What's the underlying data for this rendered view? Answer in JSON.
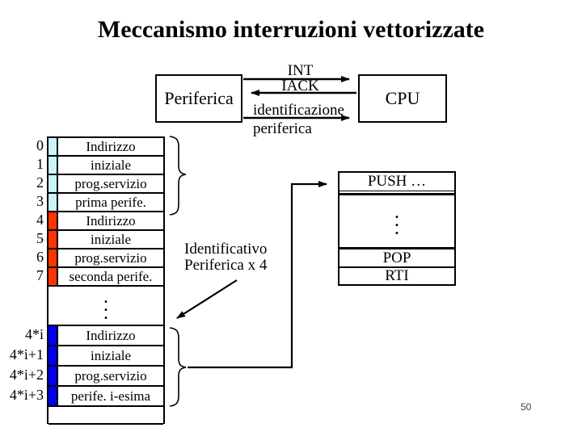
{
  "slide": {
    "title": "Meccanismo interruzioni vettorizzate",
    "page_number": "50"
  },
  "nodes": {
    "periferica_label": "Periferica",
    "cpu_label": "CPU"
  },
  "signals": {
    "int_label": "INT",
    "iack_label": "IACK",
    "ident_line1": "identificazione",
    "ident_line2": "periferica"
  },
  "annotation": {
    "identificativo_line1": "Identificativo",
    "identificativo_line2": "Periferica x 4"
  },
  "vector_table": {
    "group_colors": {
      "first": "#c9f2f9",
      "second": "#ff3300",
      "ith": "#0000f0"
    },
    "rows": [
      {
        "label": "0",
        "text": "Indirizzo",
        "group": "first"
      },
      {
        "label": "1",
        "text": "iniziale",
        "group": "first"
      },
      {
        "label": "2",
        "text": "prog.servizio",
        "group": "first"
      },
      {
        "label": "3",
        "text": "prima perife.",
        "group": "first"
      },
      {
        "label": "4",
        "text": "Indirizzo",
        "group": "second"
      },
      {
        "label": "5",
        "text": "iniziale",
        "group": "second"
      },
      {
        "label": "6",
        "text": "prog.servizio",
        "group": "second"
      },
      {
        "label": "7",
        "text": "seconda perife.",
        "group": "second"
      },
      {
        "label": "4*i",
        "text": "Indirizzo",
        "group": "ith"
      },
      {
        "label": "4*i+1",
        "text": "iniziale",
        "group": "ith"
      },
      {
        "label": "4*i+2",
        "text": "prog.servizio",
        "group": "ith"
      },
      {
        "label": "4*i+3",
        "text": "perife. i-esima",
        "group": "ith"
      }
    ],
    "gap_dots": [
      ".",
      ".",
      "."
    ]
  },
  "stack_box": {
    "push_label": "PUSH …",
    "dots": [
      ".",
      ".",
      "."
    ],
    "pop_label": "POP",
    "rti_label": "RTI"
  },
  "line_color": "#000000"
}
